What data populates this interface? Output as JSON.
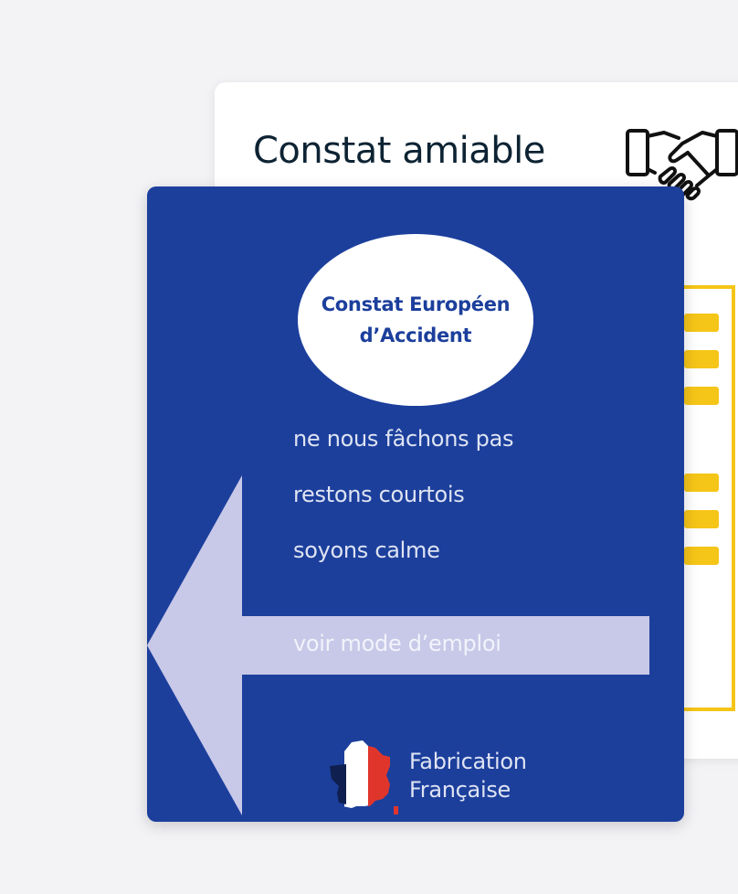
{
  "back_card": {
    "title": "Constat amiable",
    "icon": "handshake-icon",
    "accent_color": "#f5c518"
  },
  "front_card": {
    "background_color": "#1c3f9c",
    "badge": {
      "line1": "Constat Européen",
      "line2": "d’Accident"
    },
    "rules": [
      "ne nous fâchons pas",
      "restons courtois",
      "soyons calme"
    ],
    "link_label": "voir mode d’emploi",
    "arrow_color": "#c8c8e8",
    "footer": {
      "icon": "france-flag-map-icon",
      "line1": "Fabrication",
      "line2": "Française"
    }
  }
}
